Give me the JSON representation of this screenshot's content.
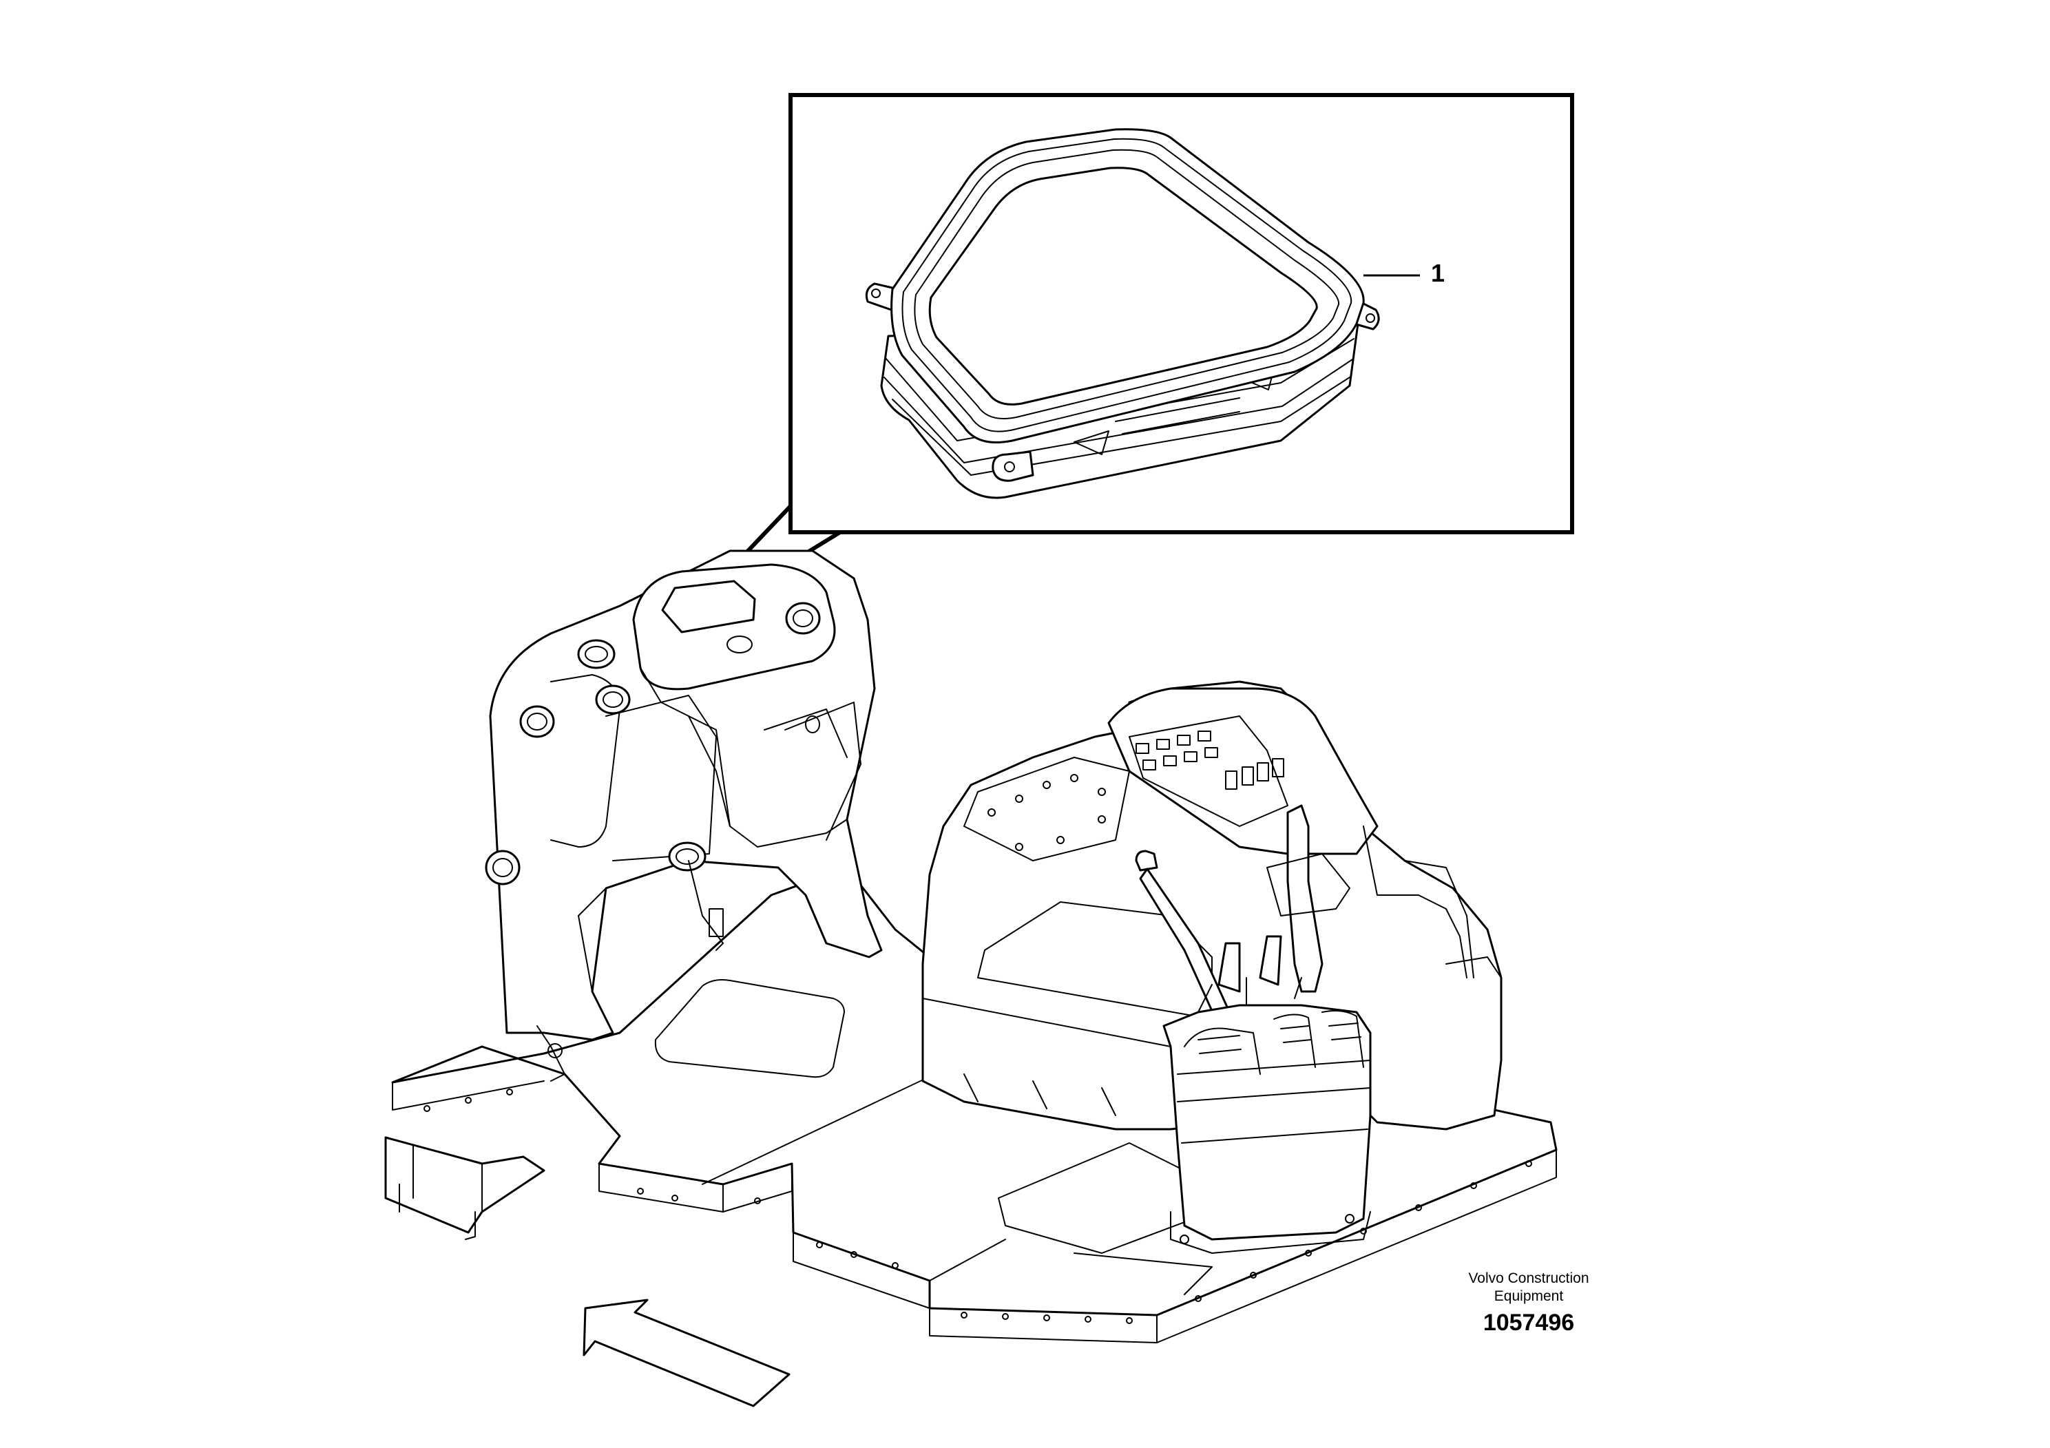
{
  "callouts": [
    {
      "label": "1"
    }
  ],
  "footer": {
    "brand_line1": "Volvo Construction",
    "brand_line2": "Equipment",
    "document_number": "1057496"
  },
  "icons": [
    "direction-arrow-icon"
  ],
  "colors": {
    "line": "#000000",
    "background": "#ffffff"
  }
}
